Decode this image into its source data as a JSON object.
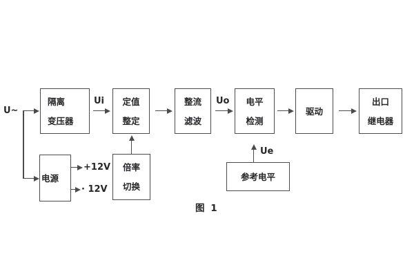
{
  "figure": {
    "caption": "图 1",
    "source_label": "U~",
    "signal_labels": {
      "ui": "Ui",
      "uo": "Uo",
      "ue": "Ue"
    },
    "power_labels": {
      "positive": "+12V",
      "negative": "· 12V"
    },
    "blocks": [
      {
        "id": "isolation-transformer",
        "lines": [
          "隔离",
          "变压器"
        ]
      },
      {
        "id": "setting",
        "lines": [
          "定值",
          "整定"
        ]
      },
      {
        "id": "rectifier-filter",
        "lines": [
          "整流",
          "滤波"
        ]
      },
      {
        "id": "level-detection",
        "lines": [
          "电平",
          "检测"
        ]
      },
      {
        "id": "drive",
        "lines": [
          "驱动"
        ]
      },
      {
        "id": "output-relay",
        "lines": [
          "出口",
          "继电器"
        ]
      },
      {
        "id": "power-supply",
        "lines": [
          "电源"
        ]
      },
      {
        "id": "ratio-switch",
        "lines": [
          "倍率",
          "切换"
        ]
      },
      {
        "id": "reference-level",
        "lines": [
          "参考电平"
        ]
      }
    ],
    "colors": {
      "line": "#4b4b4f",
      "text": "#26262b",
      "background": "#ffffff"
    }
  }
}
